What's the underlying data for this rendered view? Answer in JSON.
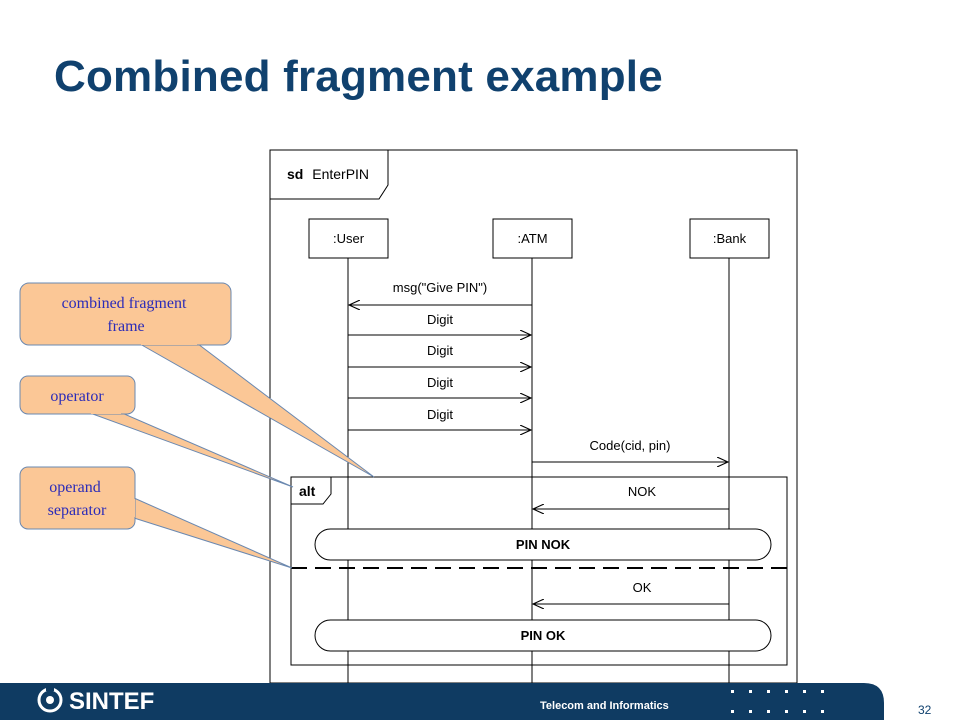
{
  "slide": {
    "title": "Combined fragment example",
    "page_number": "32"
  },
  "diagram": {
    "frame_operator": "sd",
    "frame_name": "EnterPIN",
    "lifelines": [
      ":User",
      ":ATM",
      ":Bank"
    ],
    "messages": [
      "msg(\"Give PIN\")",
      "Digit",
      "Digit",
      "Digit",
      "Digit",
      "Code(cid, pin)"
    ],
    "fragment": {
      "operator": "alt",
      "operand1_message": "NOK",
      "operand1_state": "PIN NOK",
      "operand2_message": "OK",
      "operand2_state": "PIN OK"
    }
  },
  "callouts": {
    "frame_line1": "combined fragment",
    "frame_line2": "frame",
    "operator": "operator",
    "separator_line1": "operand",
    "separator_line2": "separator"
  },
  "footer": {
    "logo_text": "SINTEF",
    "department": "Telecom and Informatics"
  },
  "colors": {
    "title": "#10416e",
    "footer_bar": "#0f3b62",
    "callout_fill": "#fbc796",
    "callout_text": "#2b2bb8"
  }
}
